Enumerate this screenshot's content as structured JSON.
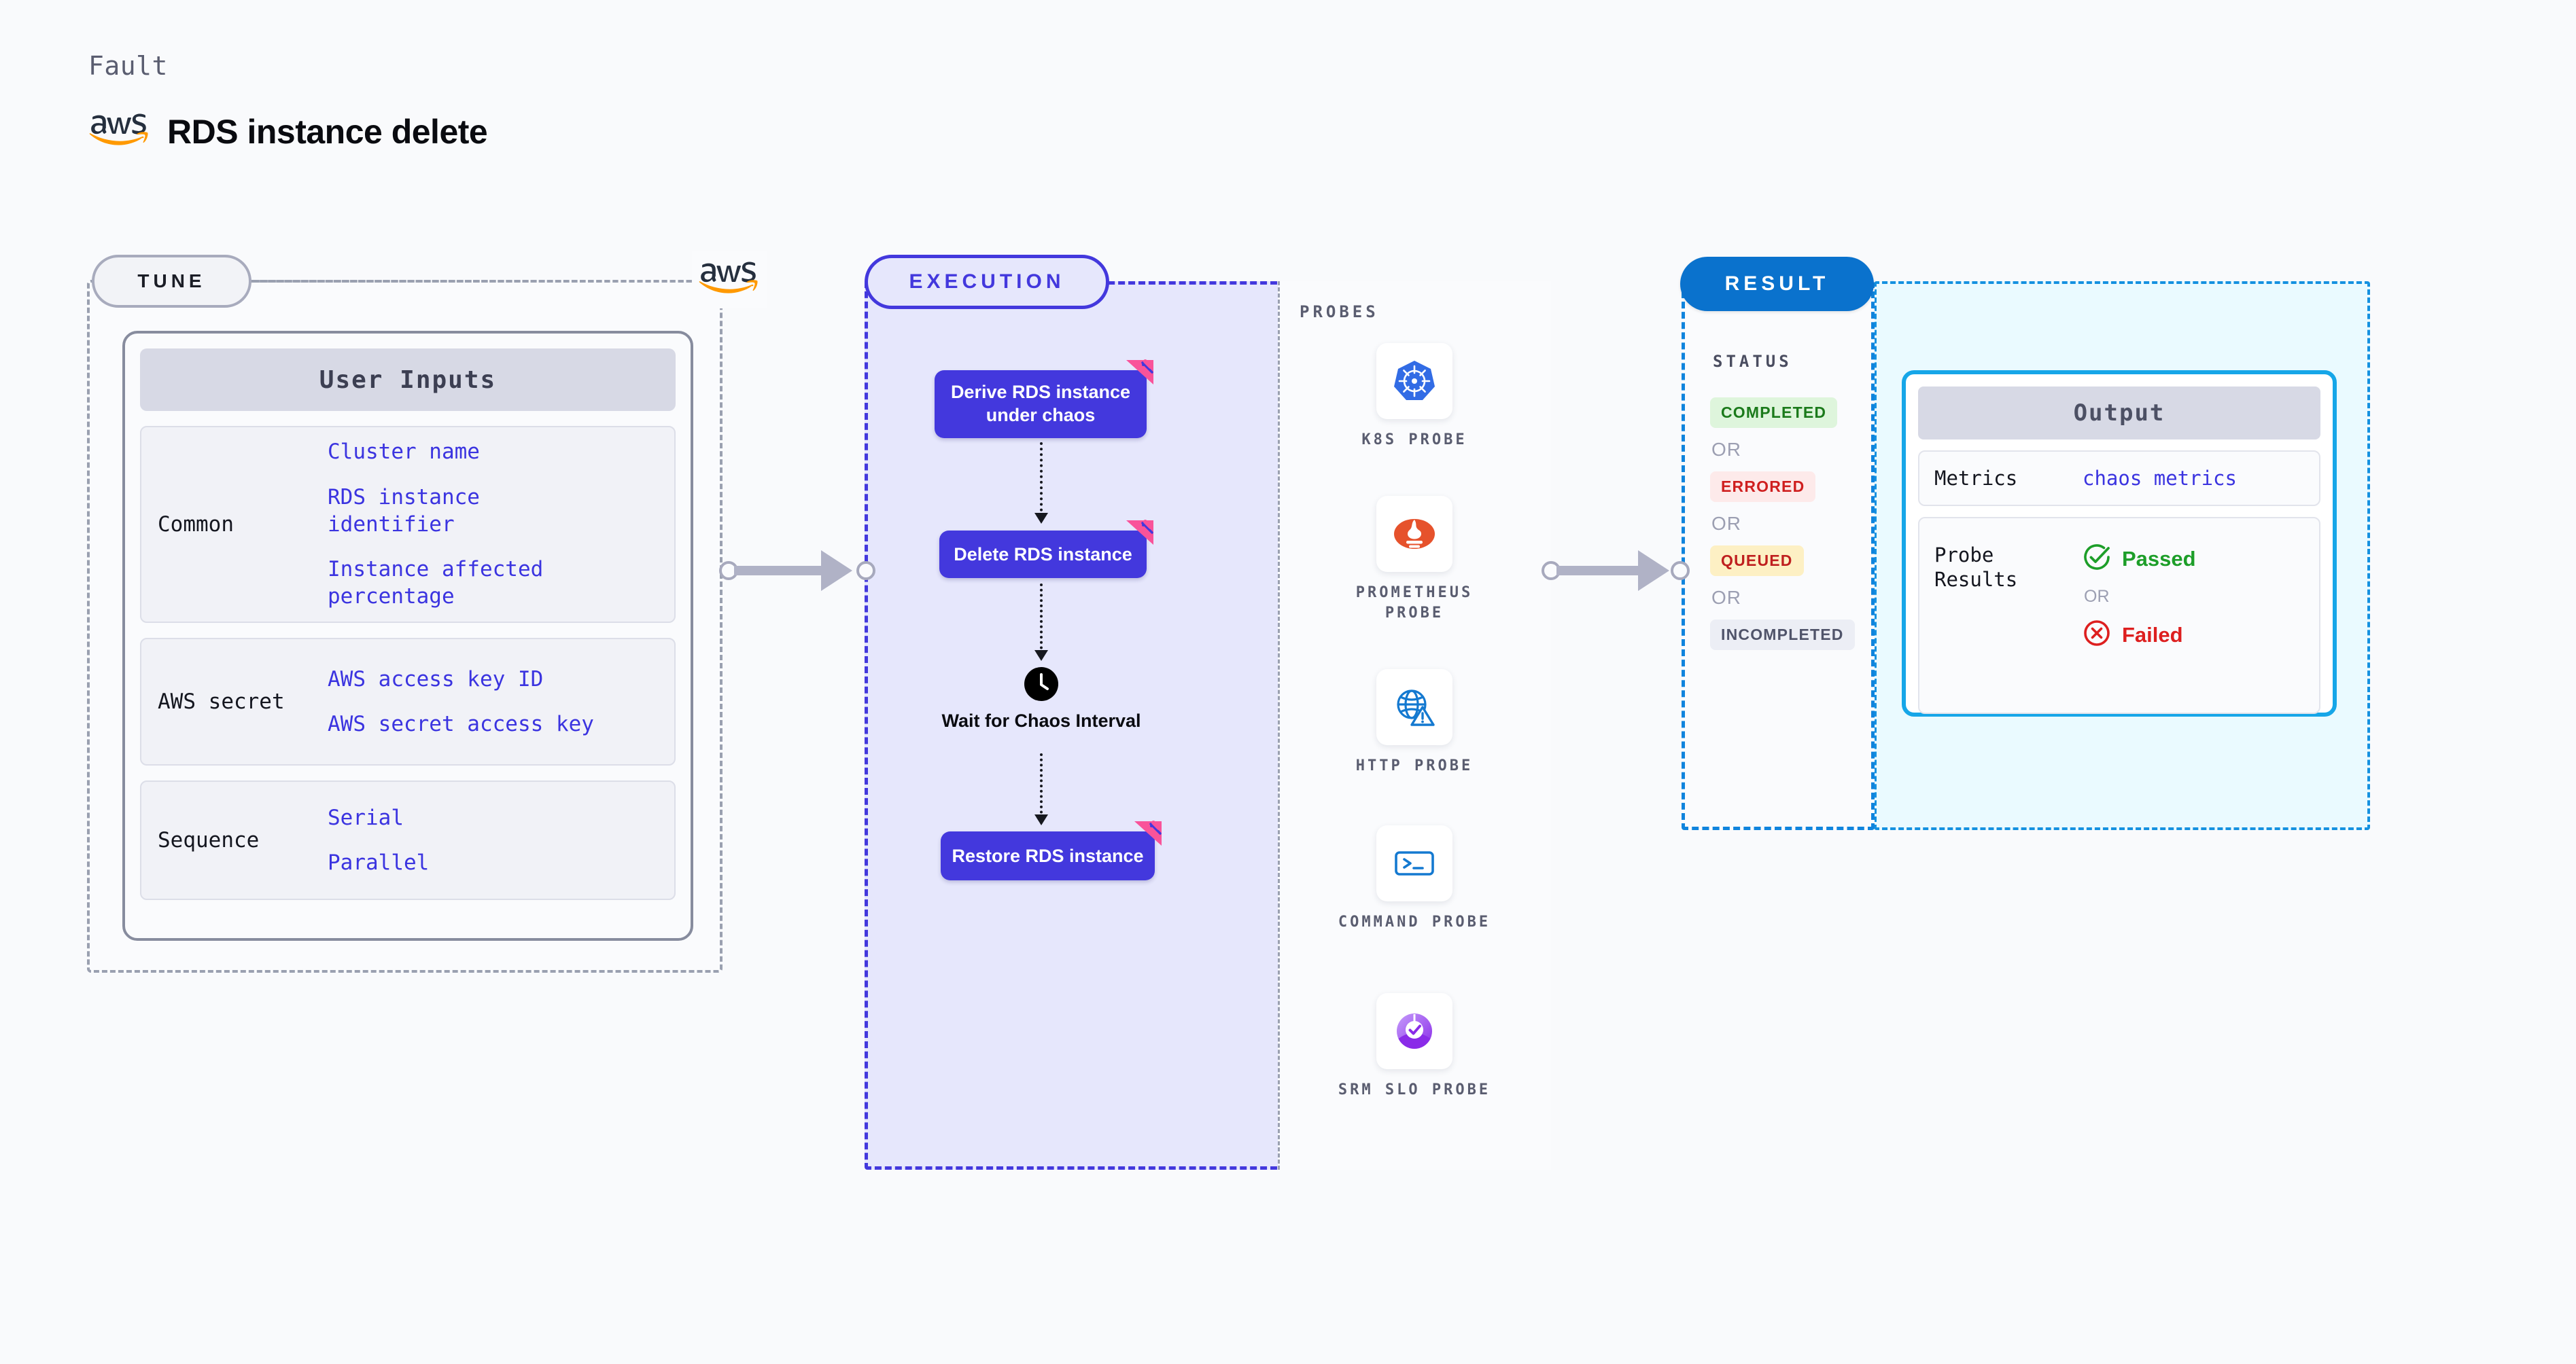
{
  "header": {
    "eyebrow": "Fault",
    "title": "RDS instance delete",
    "logo_icon": "aws-logo"
  },
  "colors": {
    "accent_execution": "#4338DD",
    "accent_result": "#0A72CD",
    "accent_output": "#16A6E8",
    "tune_border": "#9AA0B0",
    "link_text": "#3B34E0",
    "tag_pink": "#F9539A"
  },
  "tune": {
    "badge": "TUNE",
    "logo_icon": "aws-logo",
    "card": {
      "title": "User Inputs",
      "groups": [
        {
          "name": "Common",
          "values": [
            "Cluster name",
            "RDS instance identifier",
            "Instance affected percentage"
          ]
        },
        {
          "name": "AWS secret",
          "values": [
            "AWS access key ID",
            "AWS secret access key"
          ]
        },
        {
          "name": "Sequence",
          "values": [
            "Serial",
            "Parallel"
          ]
        }
      ]
    }
  },
  "execution": {
    "badge": "EXECUTION",
    "steps": [
      {
        "label": "Derive RDS instance under chaos",
        "type": "box",
        "tag_icon": "litmus-tag-icon"
      },
      {
        "label": "Delete RDS instance",
        "type": "box",
        "tag_icon": "litmus-tag-icon"
      },
      {
        "label": "Wait for Chaos Interval",
        "type": "wait",
        "icon": "clock-icon"
      },
      {
        "label": "Restore RDS instance",
        "type": "box",
        "tag_icon": "litmus-tag-icon"
      }
    ]
  },
  "probes": {
    "label": "PROBES",
    "items": [
      {
        "name": "K8S PROBE",
        "icon": "kubernetes-icon"
      },
      {
        "name": "PROMETHEUS PROBE",
        "icon": "prometheus-icon"
      },
      {
        "name": "HTTP PROBE",
        "icon": "globe-warning-icon"
      },
      {
        "name": "COMMAND PROBE",
        "icon": "terminal-icon"
      },
      {
        "name": "SRM SLO PROBE",
        "icon": "srm-slo-icon"
      }
    ]
  },
  "result": {
    "badge": "RESULT",
    "status_label": "STATUS",
    "or_label": "OR",
    "statuses": [
      {
        "label": "COMPLETED",
        "style": "completed"
      },
      {
        "label": "ERRORED",
        "style": "errored"
      },
      {
        "label": "QUEUED",
        "style": "queued"
      },
      {
        "label": "INCOMPLETED",
        "style": "incompleted"
      }
    ]
  },
  "output": {
    "title": "Output",
    "metrics_key": "Metrics",
    "metrics_value": "chaos metrics",
    "probe_results_key": "Probe Results",
    "or_label": "OR",
    "passed_label": "Passed",
    "failed_label": "Failed",
    "passed_icon": "check-circle-icon",
    "failed_icon": "x-circle-icon"
  },
  "connectors": {
    "tune_to_execution": "arrow-right",
    "execution_to_result": "arrow-right"
  }
}
